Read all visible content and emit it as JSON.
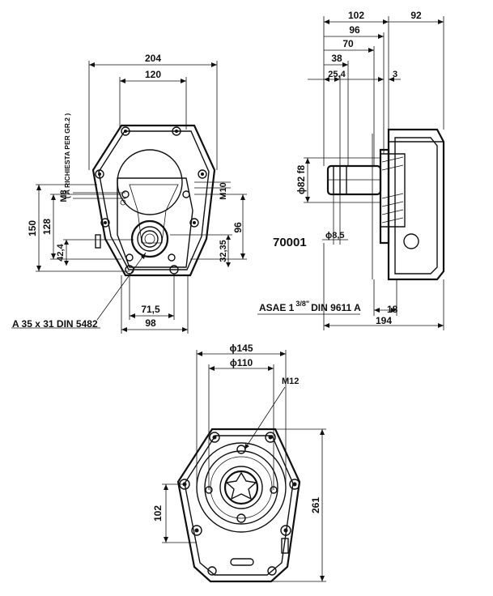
{
  "drawing": {
    "part_number": "70001",
    "colors": {
      "ink": "#111111",
      "paper": "#ffffff"
    },
    "front_view": {
      "dim_204": "204",
      "dim_120": "120",
      "dim_150": "150",
      "dim_128": "128",
      "dim_42_4": "42,4",
      "dim_M8": "M8",
      "dim_M10": "M10",
      "dim_96": "96",
      "dim_32_35": "32,35",
      "dim_71_5": "71,5",
      "dim_98": "98",
      "note_vertical": "( A RICHIESTA PER GR.2 )",
      "shaft_spec": "A 35 x 31 DIN 5482"
    },
    "side_view": {
      "dim_102": "102",
      "dim_92": "92",
      "dim_96": "96",
      "dim_70": "70",
      "dim_38": "38",
      "dim_25_4": "25,4",
      "dim_3": "3",
      "dim_phi82": "ϕ82 f8",
      "dim_phi8_5": "ϕ8,5",
      "asae_prefix": "ASAE 1",
      "asae_frac": "3/8\"",
      "asae_suffix": "DIN 9611 A",
      "dim_18": "18",
      "dim_194": "194"
    },
    "bottom_view": {
      "dim_phi145": "ϕ145",
      "dim_phi110": "ϕ110",
      "dim_M12": "M12",
      "dim_102": "102",
      "dim_261": "261"
    }
  }
}
